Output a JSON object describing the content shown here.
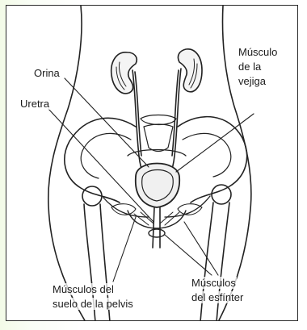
{
  "labels": {
    "orina": "Orina",
    "uretra": "Uretra",
    "musculo_vejiga_1": "Músculo",
    "musculo_vejiga_2": "de la",
    "musculo_vejiga_3": "vejiga",
    "suelo_pelvis_1": "Músculos del",
    "suelo_pelvis_2": "suelo de la pelvis",
    "esfinter_1": "Músculos",
    "esfinter_2": "del esfínter"
  },
  "colors": {
    "border": "#2a2a2a",
    "line": "#222222",
    "background_tint": "#f3fbe8"
  }
}
